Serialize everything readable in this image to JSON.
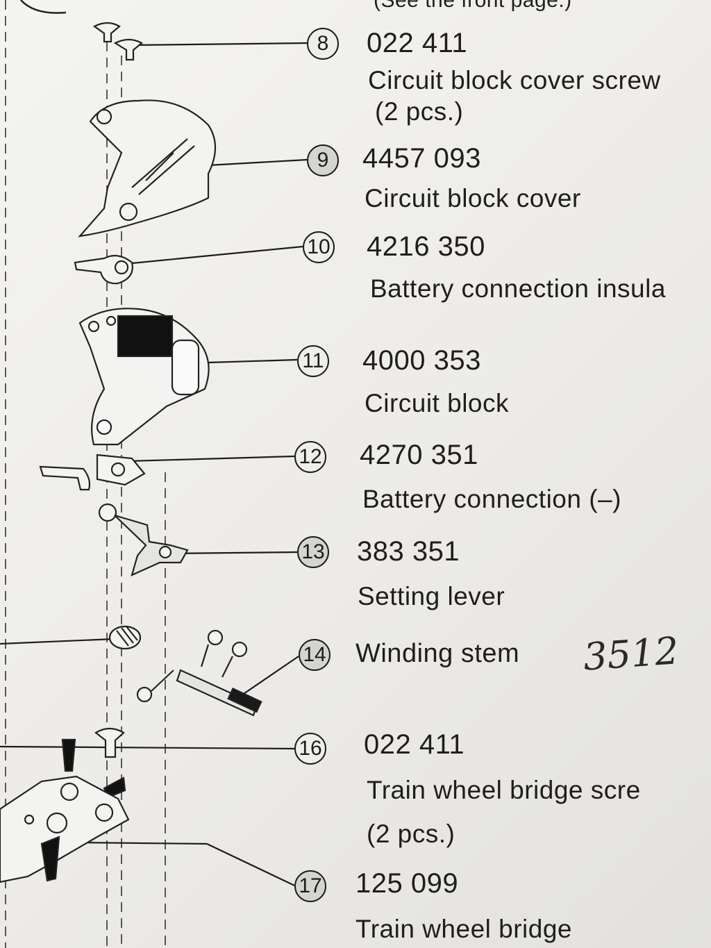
{
  "header": {
    "top_text": "(See the front page.)"
  },
  "entries": [
    {
      "callout": "8",
      "part_no": "022 411",
      "description": "Circuit block cover screw",
      "qty": "(2 pcs.)"
    },
    {
      "callout": "9",
      "part_no": "4457 093",
      "description": "Circuit block cover"
    },
    {
      "callout": "10",
      "part_no": "4216 350",
      "description": "Battery connection insula"
    },
    {
      "callout": "11",
      "part_no": "4000 353",
      "description": "Circuit block"
    },
    {
      "callout": "12",
      "part_no": "4270 351",
      "description": "Battery connection (–)"
    },
    {
      "callout": "13",
      "part_no": "383 351",
      "description": "Setting lever"
    },
    {
      "callout": "14",
      "description": "Winding stem",
      "handwritten_note": "3512"
    },
    {
      "callout": "16",
      "part_no": "022 411",
      "description": "Train wheel bridge scre",
      "qty": "(2 pcs.)"
    },
    {
      "callout": "17",
      "part_no": "125 099",
      "description": "Train wheel bridge"
    }
  ]
}
